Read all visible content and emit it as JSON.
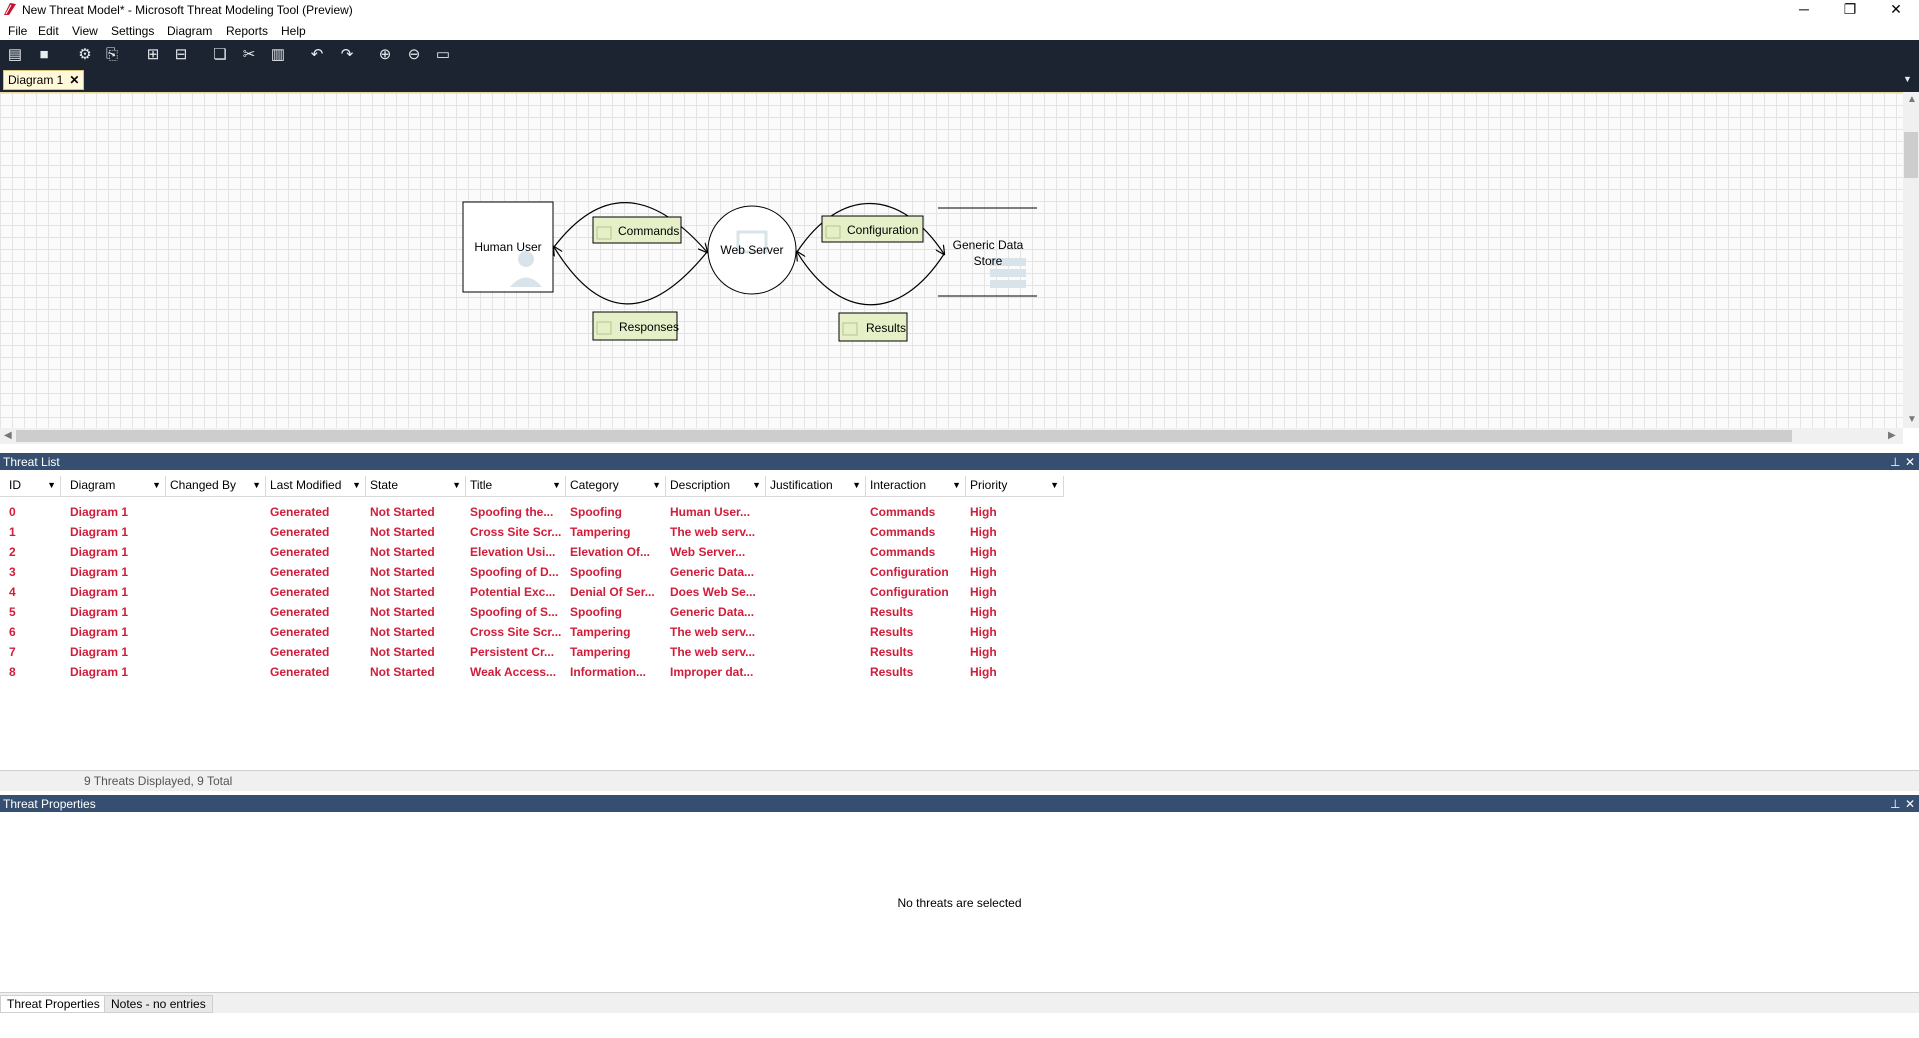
{
  "window": {
    "title": "New Threat Model* - Microsoft Threat Modeling Tool  (Preview)",
    "minimize": "─",
    "restore": "❐",
    "close": "✕"
  },
  "menu": [
    "File",
    "Edit",
    "View",
    "Settings",
    "Diagram",
    "Reports",
    "Help"
  ],
  "toolbar_icons": [
    "open-icon",
    "save-icon",
    "analysis-icon",
    "report-icon",
    "new-diagram-icon",
    "new-page-icon",
    "copy-icon",
    "cut-icon",
    "paste-icon",
    "undo-icon",
    "redo-icon",
    "zoom-in-icon",
    "zoom-out-icon",
    "comment-icon"
  ],
  "doc_tab": {
    "label": "Diagram 1",
    "close": "✕"
  },
  "diagram": {
    "nodes": {
      "human_user": "Human User",
      "web_server": "Web Server",
      "data_store_line1": "Generic Data",
      "data_store_line2": "Store"
    },
    "flows": {
      "commands": "Commands",
      "responses": "Responses",
      "configuration": "Configuration",
      "results": "Results"
    }
  },
  "threat_list": {
    "title": "Threat List",
    "columns": [
      "ID",
      "Diagram",
      "Changed By",
      "Last Modified",
      "State",
      "Title",
      "Category",
      "Description",
      "Justification",
      "Interaction",
      "Priority"
    ],
    "rows": [
      {
        "id": "0",
        "diagram": "Diagram 1",
        "changed_by": "",
        "last_modified": "Generated",
        "state": "Not Started",
        "title": "Spoofing the...",
        "category": "Spoofing",
        "description": "Human User...",
        "justification": "",
        "interaction": "Commands",
        "priority": "High"
      },
      {
        "id": "1",
        "diagram": "Diagram 1",
        "changed_by": "",
        "last_modified": "Generated",
        "state": "Not Started",
        "title": "Cross Site Scr...",
        "category": "Tampering",
        "description": "The web serv...",
        "justification": "",
        "interaction": "Commands",
        "priority": "High"
      },
      {
        "id": "2",
        "diagram": "Diagram 1",
        "changed_by": "",
        "last_modified": "Generated",
        "state": "Not Started",
        "title": "Elevation Usi...",
        "category": "Elevation Of...",
        "description": "Web Server...",
        "justification": "",
        "interaction": "Commands",
        "priority": "High"
      },
      {
        "id": "3",
        "diagram": "Diagram 1",
        "changed_by": "",
        "last_modified": "Generated",
        "state": "Not Started",
        "title": "Spoofing of D...",
        "category": "Spoofing",
        "description": "Generic Data...",
        "justification": "",
        "interaction": "Configuration",
        "priority": "High"
      },
      {
        "id": "4",
        "diagram": "Diagram 1",
        "changed_by": "",
        "last_modified": "Generated",
        "state": "Not Started",
        "title": "Potential Exc...",
        "category": "Denial Of Ser...",
        "description": "Does Web Se...",
        "justification": "",
        "interaction": "Configuration",
        "priority": "High"
      },
      {
        "id": "5",
        "diagram": "Diagram 1",
        "changed_by": "",
        "last_modified": "Generated",
        "state": "Not Started",
        "title": "Spoofing of S...",
        "category": "Spoofing",
        "description": "Generic Data...",
        "justification": "",
        "interaction": "Results",
        "priority": "High"
      },
      {
        "id": "6",
        "diagram": "Diagram 1",
        "changed_by": "",
        "last_modified": "Generated",
        "state": "Not Started",
        "title": "Cross Site Scr...",
        "category": "Tampering",
        "description": "The web serv...",
        "justification": "",
        "interaction": "Results",
        "priority": "High"
      },
      {
        "id": "7",
        "diagram": "Diagram 1",
        "changed_by": "",
        "last_modified": "Generated",
        "state": "Not Started",
        "title": "Persistent Cr...",
        "category": "Tampering",
        "description": "The web serv...",
        "justification": "",
        "interaction": "Results",
        "priority": "High"
      },
      {
        "id": "8",
        "diagram": "Diagram 1",
        "changed_by": "",
        "last_modified": "Generated",
        "state": "Not Started",
        "title": "Weak Access...",
        "category": "Information...",
        "description": "Improper dat...",
        "justification": "",
        "interaction": "Results",
        "priority": "High"
      }
    ],
    "status": "9 Threats Displayed, 9 Total"
  },
  "threat_properties": {
    "title": "Threat Properties",
    "empty_message": "No threats are selected",
    "tabs": [
      "Threat Properties",
      "Notes - no entries"
    ]
  },
  "colors": {
    "toolbar_bg": "#1b2430",
    "panel_header_bg": "#364e6f",
    "threat_text": "#d01d3a",
    "flow_label_bg": "#e6f0c8"
  }
}
